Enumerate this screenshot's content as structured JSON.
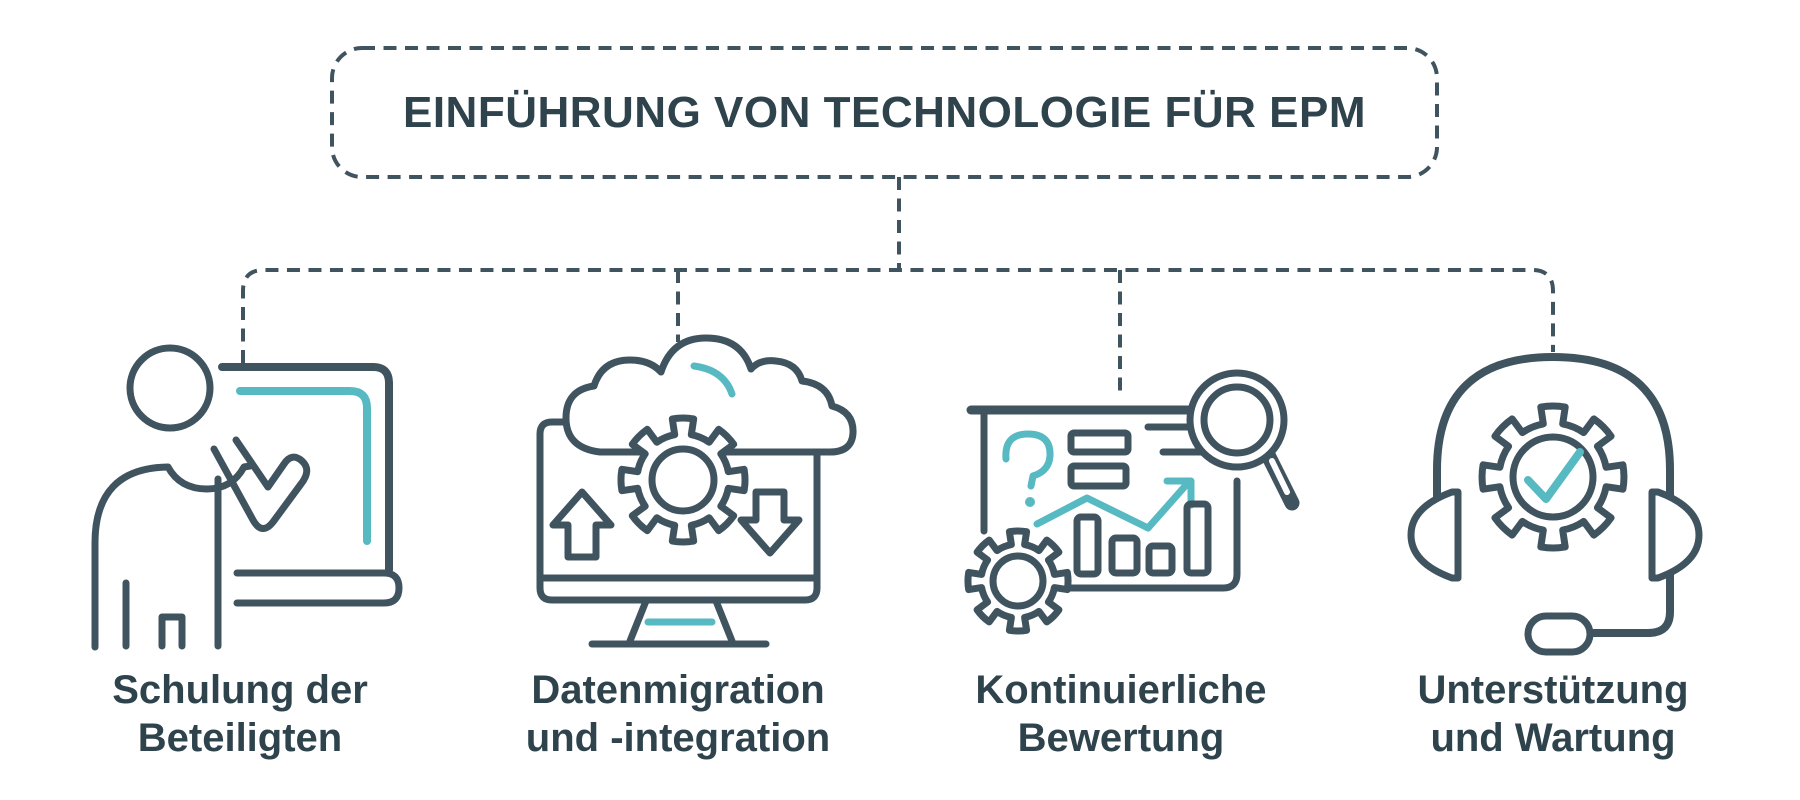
{
  "page": {
    "background": "#ffffff"
  },
  "colors": {
    "ink": "#2f434d",
    "line": "#405460",
    "accent": "#57bac3"
  },
  "header": {
    "title": "EINFÜHRUNG VON TECHNOLOGIE FÜR EPM"
  },
  "branches": [
    {
      "label": {
        "lines": [
          "Schulung der",
          "Beteiligten"
        ]
      },
      "icon": "presenter-board-icon"
    },
    {
      "label": {
        "lines": [
          "Datenmigration",
          "und -integration"
        ]
      },
      "icon": "cloud-sync-monitor-icon"
    },
    {
      "label": {
        "lines": [
          "Kontinuierliche",
          "Bewertung"
        ]
      },
      "icon": "analysis-board-icon"
    },
    {
      "label": {
        "lines": [
          "Unterstützung",
          "und Wartung"
        ]
      },
      "icon": "headset-support-icon"
    }
  ]
}
